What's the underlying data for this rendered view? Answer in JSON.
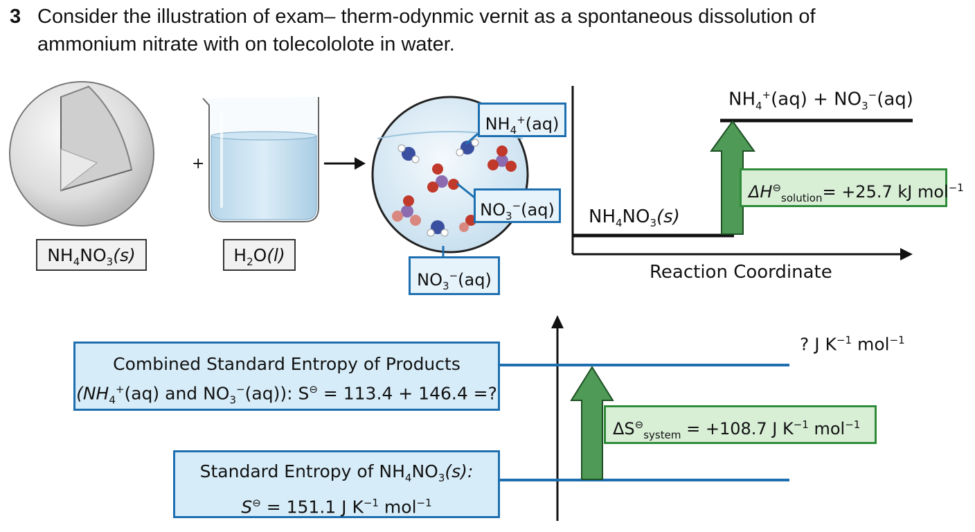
{
  "question": {
    "number": "3",
    "line1": "Consider the illustration of exam– therm-odynmic vernit as a spontaneous dissolution of",
    "line2": "ammonium nitrate with on tolecololote in water."
  },
  "reactants": {
    "plus": "+",
    "solid": {
      "main": "NH",
      "sub1": "4",
      "mid": "NO",
      "sub2": "3",
      "state": "(s)"
    },
    "water": {
      "main": "H",
      "sub1": "2",
      "mid": "O",
      "state": "(l)"
    }
  },
  "ions": {
    "nh4": {
      "main": "NH",
      "sub": "4",
      "sup": "+",
      "state": "(aq)"
    },
    "no3_a": {
      "main": "NO",
      "sub": "3",
      "sup": "−",
      "state": "(aq)"
    },
    "no3_b": {
      "main": "NO",
      "sub": "3",
      "sup": "−",
      "state": "(aq)"
    }
  },
  "enthalpy_diagram": {
    "product_label": {
      "a": "NH",
      "a_sub": "4",
      "a_sup": "+",
      "a_state": "(aq) + NO",
      "b_sub": "3",
      "b_sup": "−",
      "b_state": "(aq)"
    },
    "reactant_label": {
      "main": "NH",
      "sub1": "4",
      "mid": "NO",
      "sub2": "3",
      "state": "(s)"
    },
    "delta_h": {
      "symbol": "ΔH",
      "sup": "⊖",
      "sub": "solution",
      "value": "= +25.7 kJ mol",
      "unit_sup": "−1"
    },
    "x_axis_label": "Reaction Coordinate"
  },
  "entropy_diagram": {
    "top_value": {
      "text": "? J K",
      "sup1": "−1",
      "mid": " mol",
      "sup2": "−1"
    },
    "products_box": {
      "line1": "Combined Standard Entropy of Products",
      "l2_open": "(NH",
      "l2_sub": "4",
      "l2_sup": "+",
      "l2_mid": "(aq) and NO",
      "l2_sub2": "3",
      "l2_sup2": "−",
      "l2_end": "(aq)): S",
      "l2_sup3": "⊖",
      "l2_tail": " = 113.4 + 146.4 =?"
    },
    "reactant_box": {
      "l1_a": "Standard Entropy of NH",
      "l1_sub": "4",
      "l1_b": "NO",
      "l1_sub2": "3",
      "l1_c": "(s):",
      "l2_a": "S",
      "l2_sup": "⊖",
      "l2_b": " = 151.1 J K",
      "l2_sup2": "−1",
      "l2_c": " mol",
      "l2_sup3": "−1"
    },
    "delta_s": {
      "symbol": "ΔS",
      "sup": "⊖",
      "sub": "system",
      "value": " = +108.7 J K",
      "sup2": "−1",
      "mid": " mol",
      "sup3": "−1"
    }
  },
  "colors": {
    "blue_line": "#1e6fb0",
    "green_arrow": "#4f9a56",
    "green_box": "#d8efd6"
  }
}
